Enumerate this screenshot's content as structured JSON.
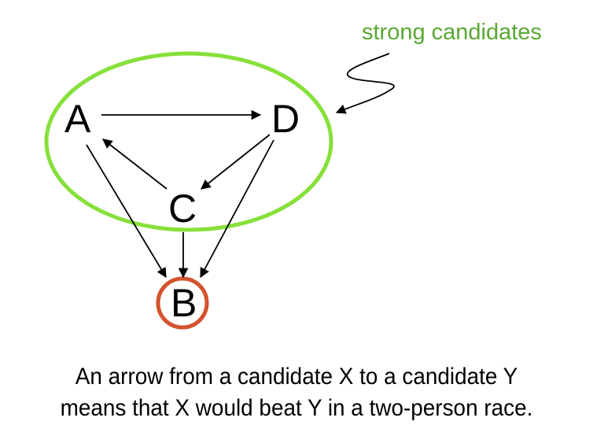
{
  "annotation": {
    "label": "strong candidates",
    "color": "#5aa832"
  },
  "nodes": {
    "A": {
      "label": "A"
    },
    "B": {
      "label": "B"
    },
    "C": {
      "label": "C"
    },
    "D": {
      "label": "D"
    }
  },
  "edges": [
    {
      "from": "A",
      "to": "D"
    },
    {
      "from": "C",
      "to": "A"
    },
    {
      "from": "D",
      "to": "C"
    },
    {
      "from": "A",
      "to": "B"
    },
    {
      "from": "C",
      "to": "B"
    },
    {
      "from": "D",
      "to": "B"
    }
  ],
  "groups": {
    "strong": {
      "members": [
        "A",
        "C",
        "D"
      ],
      "color": "#86e03a"
    },
    "weak": {
      "members": [
        "B"
      ],
      "color": "#d4532e"
    }
  },
  "caption": {
    "line1": "An arrow from a candidate X to a candidate Y",
    "line2": "means that X would beat Y in a two-person race."
  }
}
